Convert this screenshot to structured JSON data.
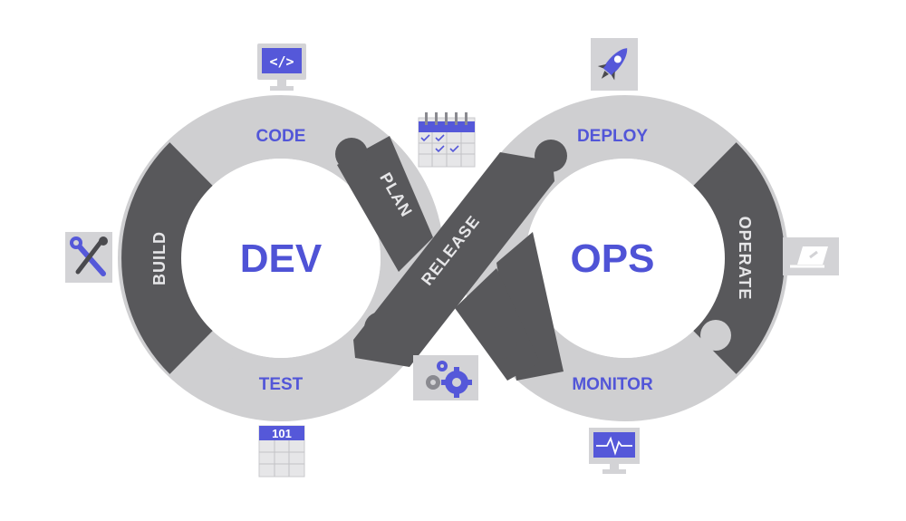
{
  "center": {
    "left": "DEV",
    "right": "OPS"
  },
  "stages": {
    "code": "CODE",
    "plan": "PLAN",
    "build": "BUILD",
    "test": "TEST",
    "release": "RELEASE",
    "deploy": "DEPLOY",
    "operate": "OPERATE",
    "monitor": "MONITOR"
  },
  "icons": {
    "code": "code-monitor-icon",
    "plan": "calendar-icon",
    "build": "tools-icon",
    "test": "binary-table-icon",
    "release": "gears-icon",
    "deploy": "rocket-icon",
    "operate": "laptop-icon",
    "monitor": "heartbeat-monitor-icon"
  },
  "test_icon_text": "101",
  "colors": {
    "light_ring": "#cfcfd1",
    "dark_ring": "#58585b",
    "accent": "#5558d9",
    "icon_bg": "#d3d3d6"
  }
}
